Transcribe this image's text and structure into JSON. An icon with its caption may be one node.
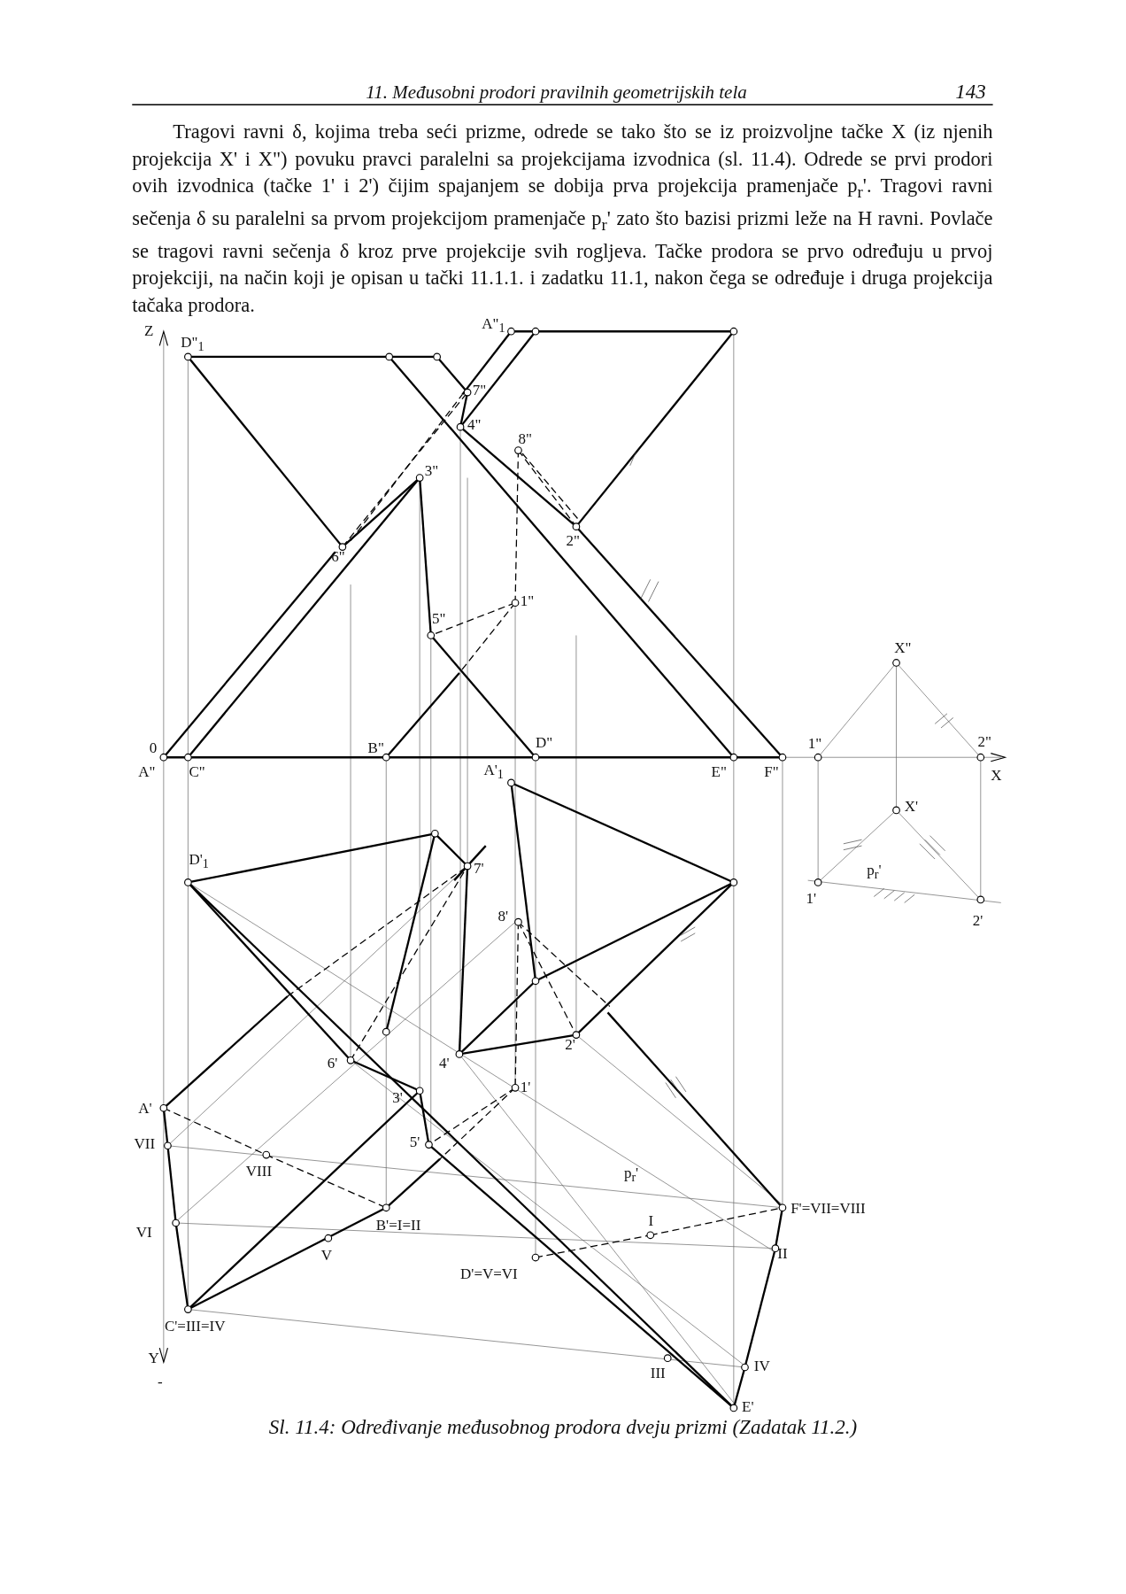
{
  "diagram": {
    "caption": "Sl. 11.4: Određivanje međusobnog prodora dveju prizmi (Zadatak 11.2.)",
    "labels": [
      "11. Međusobni prodori pravilnih geometrijskih tela",
      "143",
      "Tragovi ravni δ, kojima treba seći prizme, odrede se tako što se iz proizvoljne tačke X (iz njenih projekcija X' i X\") povuku pravci paralelni sa projekcijama izvodnica (sl. 11.4). Odrede se prvi prodori ovih izvodnica (tačke 1' i 2') čijim spajanjem se dobija prva projekcija pramenjače p$_{r}$'. Tragovi ravni sečenja δ su paralelni sa prvom projekcijom pramenjače p$_{r}$' zato što bazisi prizmi leže na H ravni. Povlače se tragovi ravni sečenja δ kroz prve projekcije svih rogljeva. Tačke prodora se prvo određuju u prvoj projekciji, na način koji je opisan u tački 11.1.1. i zadatku 11.1, nakon čega se određuje i druga projekcija tačaka prodora.",
      "Z",
      "D\"$_{1}$",
      "A\"$_{1}$",
      "7\"",
      "4\"",
      "8\"",
      "3\"",
      "6\"",
      "2\"",
      "1\"",
      "5\"",
      "X\"",
      "0",
      "B\"",
      "D\"",
      "1\"",
      "2\"",
      "A\"",
      "C\"",
      "A'$_{1}$",
      "E\"",
      "F\"",
      "X",
      "X'",
      "D'$_{1}$",
      "7'",
      "p$_{r}$'",
      "1'",
      "2'",
      "8'",
      "2'",
      "6'",
      "4'",
      "1'",
      "3'",
      "A'",
      "VII",
      "5'",
      "VIII",
      "p$_{r}$'",
      "F'=VII=VIII",
      "I",
      "VI",
      "B'=I=II",
      "V",
      "II",
      "D'=V=VI",
      "C'=III=IV",
      "Y",
      "-",
      "IV",
      "III",
      "E'"
    ]
  }
}
